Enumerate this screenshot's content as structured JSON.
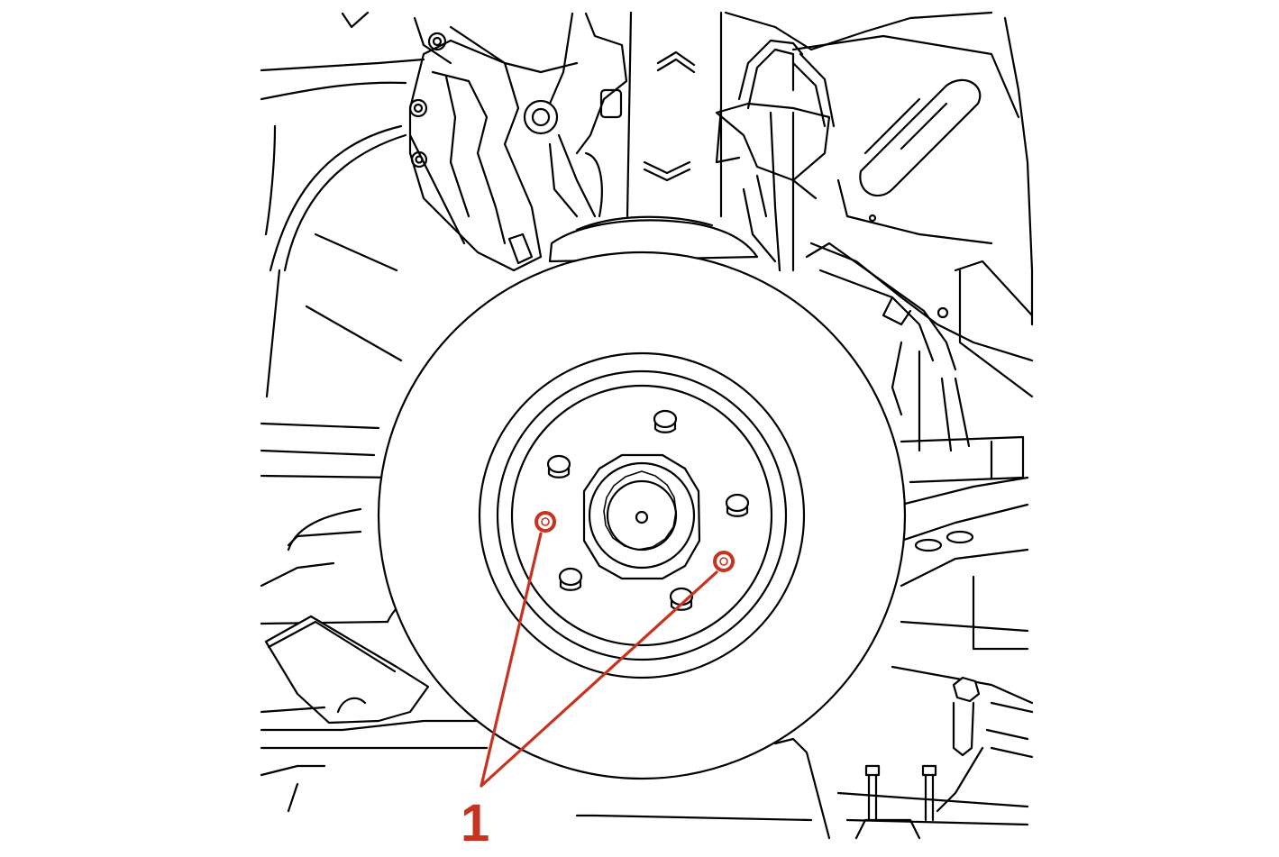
{
  "diagram": {
    "subject": "front-wheel-hub-and-brake-rotor",
    "accent_color": "#c8321e",
    "line_color": "#000000",
    "background_color": "#ffffff",
    "callouts": [
      {
        "id": "1",
        "label": "1",
        "points_to": "rotor-retaining-screws",
        "target_count": 2
      }
    ]
  }
}
